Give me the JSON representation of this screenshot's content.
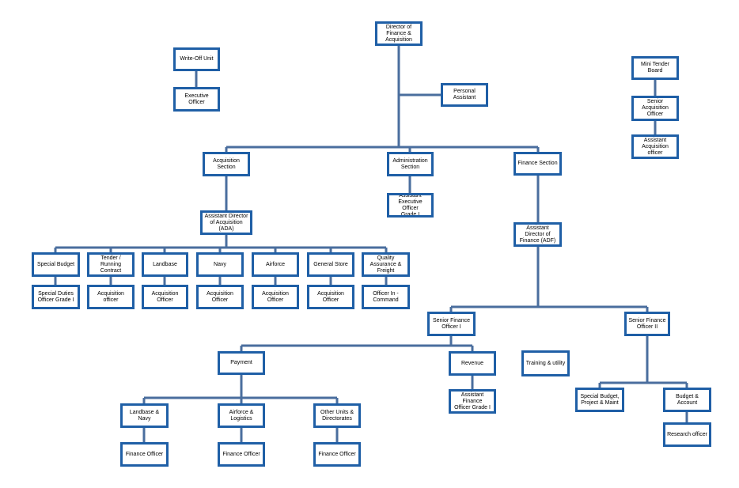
{
  "colors": {
    "box_border": "#1f5fa6",
    "connector": "#4a6e9e",
    "background": "#ffffff"
  },
  "nodes": {
    "director": "Director of\nFinance &\nAcquisition",
    "personal_assistant": "Personal\nAssistant",
    "write_off_unit": "Write-Off Unit",
    "write_off_exec": "Executive Officer",
    "mini_tender_board": "Mini Tender\nBoard",
    "senior_acq_officer": "Senior\nAcquisition\nOfficer",
    "asst_acq_officer": "Assistant\nAcquisition\nofficer",
    "acquisition_section": "Acquisition\nSection",
    "administration_section": "Administration\nSection",
    "finance_section": "Finance Section",
    "asst_exec_officer": "Assistant\nExecutive Officer\nGrade I",
    "ada": "Assistant Director\nof Acquisition (ADA)",
    "adf": "Assistant\nDirector of\nFinance (ADF)",
    "special_budget": "Special Budget",
    "tender_running": "Tender / Running\nContract",
    "landbase": "Landbase",
    "navy": "Navy",
    "airforce": "Airforce",
    "general_store": "General Store",
    "quality_assurance": "Quality\nAssurance &\nFreight",
    "special_duties": "Special Duties\nOfficer Grade I",
    "acq_officer_tender": "Acquisition\nofficer",
    "acq_officer_landbase": "Acquisition\nOfficer",
    "acq_officer_navy": "Acquisition\nOfficer",
    "acq_officer_airforce": "Acquisition\nOfficer",
    "acq_officer_general": "Acquisition\nOfficer",
    "officer_in_command": "Officer In -\nCommand",
    "sfo1": "Senior Finance\nOfficer I",
    "sfo2": "Senior Finance\nOfficer II",
    "payment": "Payment",
    "revenue": "Revenue",
    "training_utility": "Training & utility",
    "asst_finance_officer": "Assistant Finance\nOfficer Grade I",
    "special_budget_project": "Special Budget,\nProject & Maint",
    "budget_account": "Budget &\nAccount",
    "research_officer": "Research officer",
    "landbase_navy": "Landbase & Navy",
    "airforce_logistics": "Airforce &\nLogistics",
    "other_units": "Other Units &\nDirectorates",
    "finance_officer_1": "Finance Officer",
    "finance_officer_2": "Finance Officer",
    "finance_officer_3": "Finance Officer"
  }
}
